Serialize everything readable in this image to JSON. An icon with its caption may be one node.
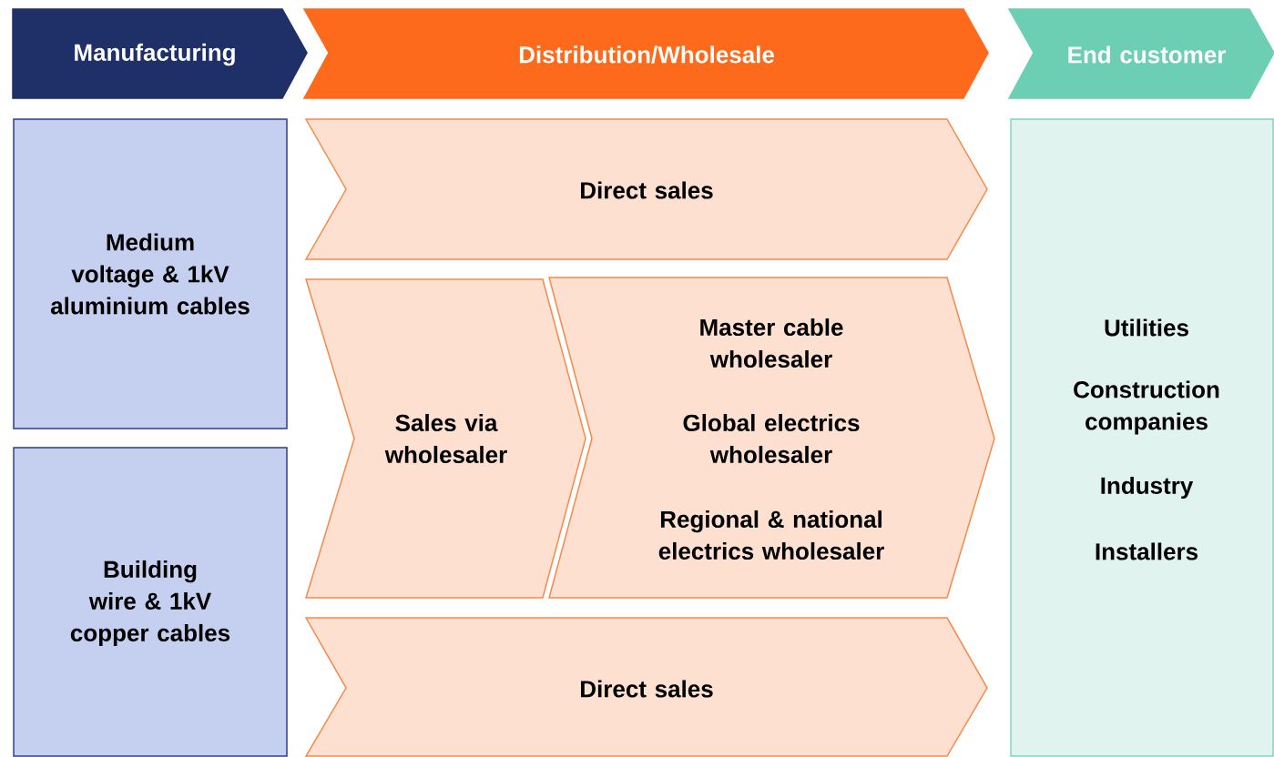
{
  "diagram": {
    "nodes": [
      {
        "text": [
          "Manufacturing"
        ]
      },
      {
        "text": [
          "Distribution/Wholesale"
        ]
      },
      {
        "text": [
          "End customer"
        ]
      },
      {
        "text": [
          "Medium voltage & 1kV aluminium cables"
        ]
      },
      {
        "text": [
          "Building wire & 1kV copper cables"
        ]
      },
      {
        "text": [
          "Direct sales"
        ]
      },
      {
        "text": [
          "Sales via wholesaler"
        ]
      },
      {
        "text": [
          "Master cable wholesaler",
          "Global electrics wholesaler",
          "Regional & national electrics wholesaler"
        ]
      },
      {
        "text": [
          "Direct sales"
        ]
      },
      {
        "text": [
          "Utilities",
          "Construction companies",
          "Industry",
          "Installers"
        ]
      }
    ]
  }
}
